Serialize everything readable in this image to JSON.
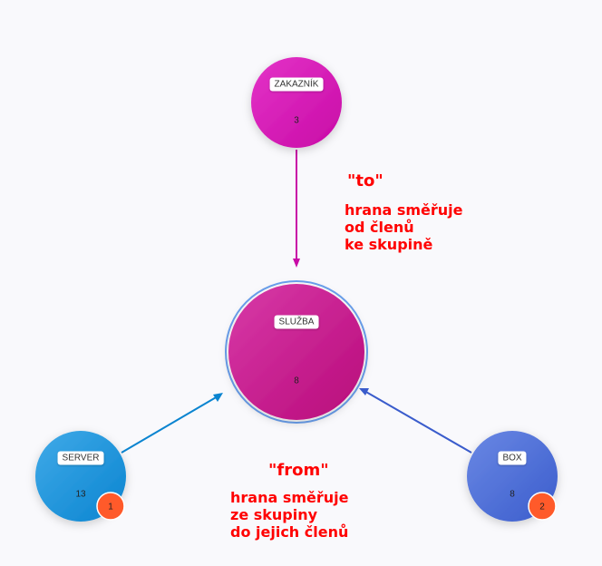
{
  "nodes": {
    "zakaznik": {
      "label": "ZAKAZNÍK",
      "count": "3",
      "color": "#d81bb4"
    },
    "sluzba": {
      "label": "SLUŽBA",
      "count": "8",
      "color": "#c8168e"
    },
    "server": {
      "label": "SERVER",
      "count": "13",
      "badge": "1",
      "color": "#1e8fd8"
    },
    "box": {
      "label": "BOX",
      "count": "8",
      "badge": "2",
      "color": "#4a6bd6"
    }
  },
  "notes": {
    "to_title": "\"to\"",
    "to_text": "hrana směřuje\nod členů\nke skupině",
    "from_title": "\"from\"",
    "from_text": "hrana směřuje\nze skupiny\ndo jejich členů"
  }
}
